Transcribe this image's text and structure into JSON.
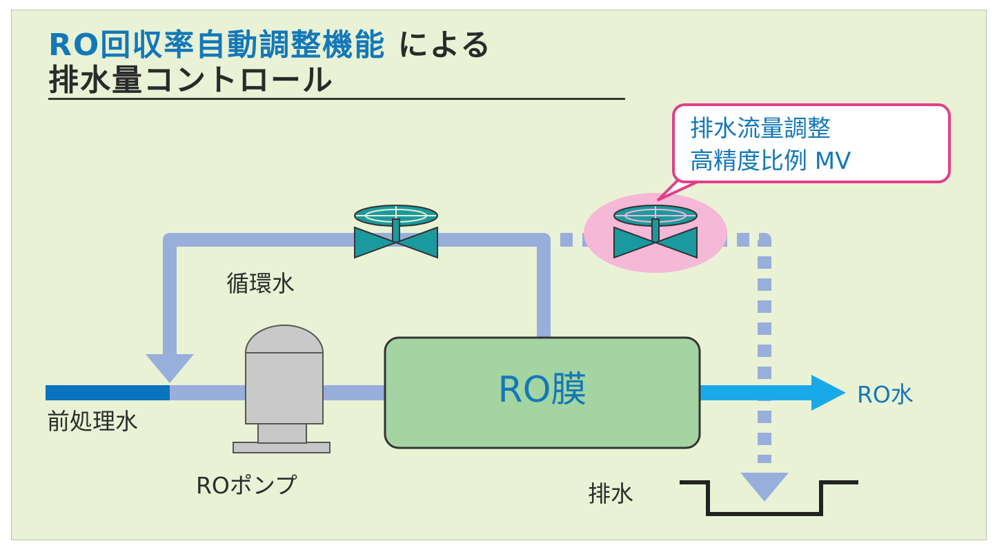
{
  "title": {
    "line1_blue": "RO回収率自動調整機能",
    "line1_dark": " による",
    "line2": "排水量コントロール"
  },
  "callout": {
    "line1": "排水流量調整",
    "line2": "高精度比例 MV"
  },
  "labels": {
    "recirculation": "循環水",
    "pretreated": "前処理水",
    "ro_pump": "ROポンプ",
    "ro_membrane": "RO膜",
    "ro_water": "RO水",
    "drain": "排水"
  },
  "colors": {
    "background": "#e9f2d5",
    "pipe": "#98aedb",
    "pretreated_pipe": "#0a73bd",
    "product_arrow": "#1aa9e8",
    "valve": "#1a9a9e",
    "membrane": "#a3d4a1",
    "highlight": "#f5b8d6",
    "callout_border": "#e0408a",
    "title_blue": "#1378b8"
  },
  "icons": [
    "valve-icon",
    "pump-icon",
    "drain-basin-icon"
  ]
}
